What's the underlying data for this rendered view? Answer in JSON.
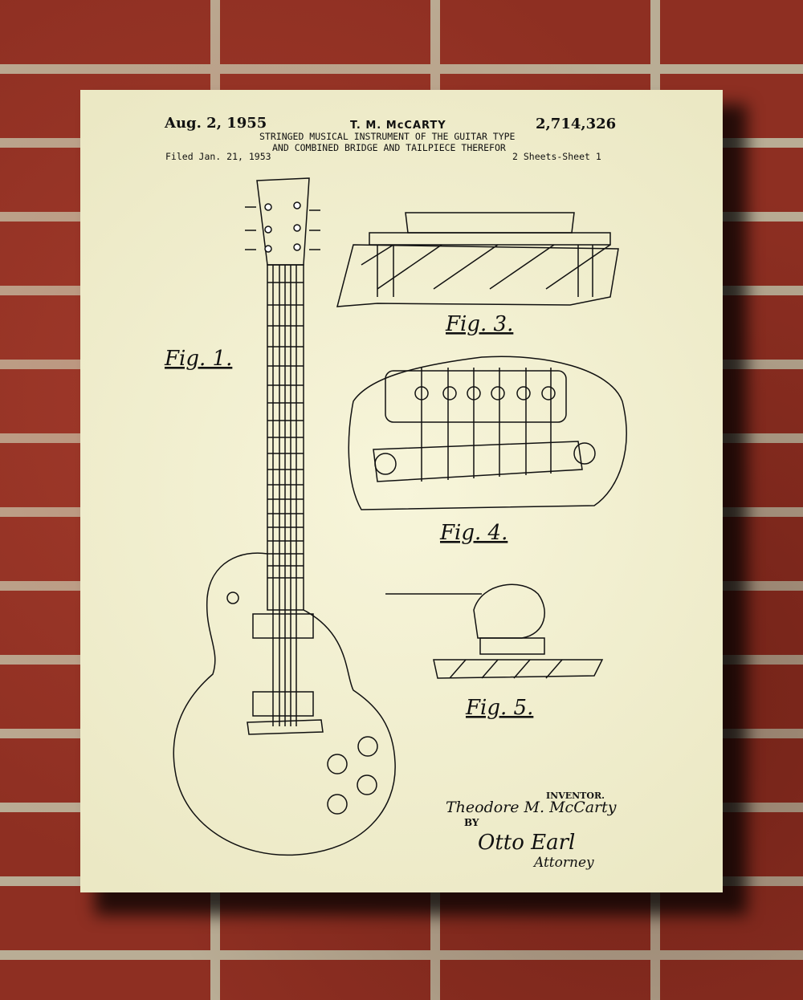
{
  "patent": {
    "date": "Aug. 2, 1955",
    "inventor_header": "T. M. McCARTY",
    "number": "2,714,326",
    "title_line1": "STRINGED MUSICAL INSTRUMENT OF THE GUITAR TYPE",
    "title_line2": "AND COMBINED BRIDGE AND TAILPIECE THEREFOR",
    "filed": "Filed Jan. 21, 1953",
    "sheets": "2 Sheets-Sheet 1"
  },
  "figures": [
    "Fig. 1.",
    "Fig. 3.",
    "Fig. 4.",
    "Fig. 5."
  ],
  "signature": {
    "inventor_label": "INVENTOR.",
    "inventor_name": "Theodore M. McCarty",
    "by": "BY",
    "attorney_sig": "Otto Earl",
    "attorney_label": "Attorney"
  }
}
